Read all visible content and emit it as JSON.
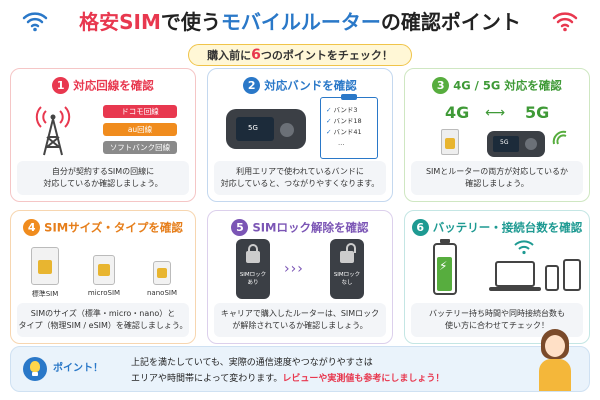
{
  "header": {
    "title_part1": "格安",
    "title_part2": "SIM",
    "title_part3": "で使う",
    "title_part4": "モバイルルーター",
    "title_part5": "の確認ポイント"
  },
  "subtitle": {
    "prefix": "購入前に",
    "number": "6",
    "suffix": "つのポイントをチェック！"
  },
  "cards": [
    {
      "number": "1",
      "title": "対応回線を確認",
      "carriers": [
        "ドコモ回線",
        "au回線",
        "ソフトバンク回線"
      ],
      "desc_line1": "自分が契約するSIMの回線に",
      "desc_line2": "対応しているか確認しましょう。"
    },
    {
      "number": "2",
      "title": "対応バンドを確認",
      "screen_label": "5G",
      "bands": [
        "バンド3",
        "バンド18",
        "バンド41",
        "…"
      ],
      "desc_line1": "利用エリアで使われているバンドに",
      "desc_line2": "対応していると、つながりやすくなります。"
    },
    {
      "number": "3",
      "title": "4G / 5G 対応を確認",
      "label_4g": "4G",
      "label_5g": "5G",
      "screen_label": "5G",
      "desc_line1": "SIMとルーターの両方が対応しているか",
      "desc_line2": "確認しましょう。"
    },
    {
      "number": "4",
      "title": "SIMサイズ・タイプを確認",
      "sims": [
        "標準SIM",
        "microSIM",
        "nanoSIM"
      ],
      "desc_line1": "SIMのサイズ（標準・micro・nano）と",
      "desc_line2": "タイプ（物理SIM / eSIM）を確認しましょう。"
    },
    {
      "number": "5",
      "title": "SIMロック解除を確認",
      "locked_label_1": "SIMロック",
      "locked_label_2": "あり",
      "unlocked_label_1": "SIMロック",
      "unlocked_label_2": "なし",
      "arrows": "›››",
      "desc_line1": "キャリアで購入したルーターは、SIMロック",
      "desc_line2": "が解除されているか確認しましょう。"
    },
    {
      "number": "6",
      "title": "バッテリー・接続台数を確認",
      "desc_line1": "バッテリー持ち時間や同時接続台数も",
      "desc_line2": "使い方に合わせてチェック！"
    }
  ],
  "point": {
    "label": "ポイント！",
    "line1": "上記を満たしていても、実際の通信速度やつながりやすさは",
    "line2_plain": "エリアや時間帯によって変わります。",
    "line2_highlight": "レビューや実測値も参考にしましょう！"
  },
  "colors": {
    "red": "#e8384f",
    "blue": "#2a78c8",
    "green": "#57ad3e",
    "orange": "#f08c1e",
    "purple": "#7b55b5",
    "teal": "#1e9a92"
  }
}
